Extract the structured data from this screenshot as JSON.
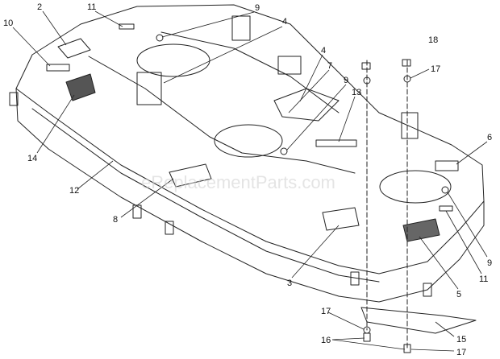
{
  "watermark": "eReplacementParts.com",
  "callouts": [
    {
      "key": "c2",
      "label": "2"
    },
    {
      "key": "c11a",
      "label": "11"
    },
    {
      "key": "c9a",
      "label": "9"
    },
    {
      "key": "c10",
      "label": "10"
    },
    {
      "key": "c4a",
      "label": "4"
    },
    {
      "key": "c4b",
      "label": "4"
    },
    {
      "key": "c7",
      "label": "7"
    },
    {
      "key": "c18",
      "label": "18"
    },
    {
      "key": "c17a",
      "label": "17"
    },
    {
      "key": "c9b",
      "label": "9"
    },
    {
      "key": "c13",
      "label": "13"
    },
    {
      "key": "c14",
      "label": "14"
    },
    {
      "key": "c6",
      "label": "6"
    },
    {
      "key": "c12",
      "label": "12"
    },
    {
      "key": "c8",
      "label": "8"
    },
    {
      "key": "c9c",
      "label": "9"
    },
    {
      "key": "c11b",
      "label": "11"
    },
    {
      "key": "c3",
      "label": "3"
    },
    {
      "key": "c5",
      "label": "5"
    },
    {
      "key": "c17b",
      "label": "17"
    },
    {
      "key": "c15",
      "label": "15"
    },
    {
      "key": "c16",
      "label": "16"
    },
    {
      "key": "c17c",
      "label": "17"
    }
  ]
}
